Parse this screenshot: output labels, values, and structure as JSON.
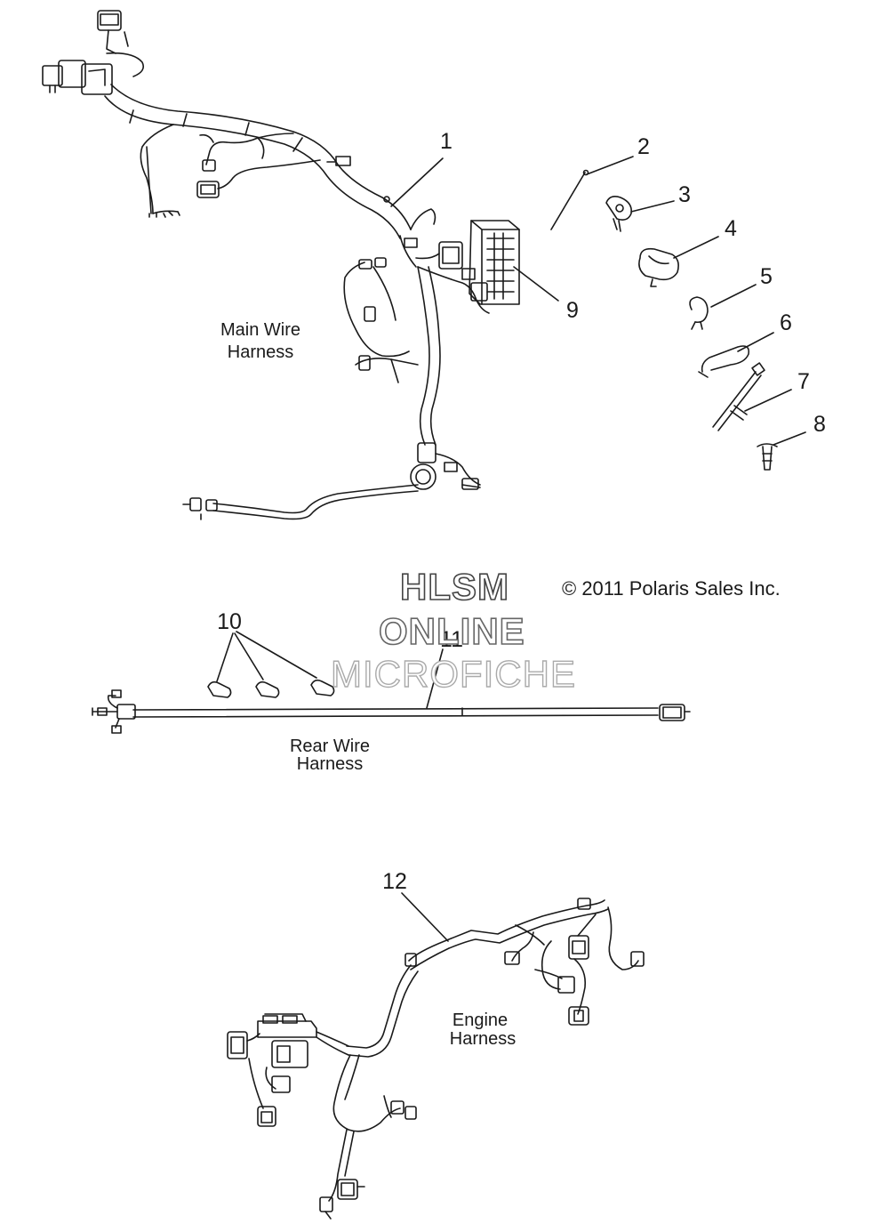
{
  "callouts": {
    "c1": "1",
    "c2": "2",
    "c3": "3",
    "c4": "4",
    "c5": "5",
    "c6": "6",
    "c7": "7",
    "c8": "8",
    "c9": "9",
    "c10": "10",
    "c11": "11",
    "c12": "12"
  },
  "labels": {
    "main_harness_line1": "Main Wire",
    "main_harness_line2": "Harness",
    "rear_harness_line1": "Rear Wire",
    "rear_harness_line2": "Harness",
    "engine_harness_line1": "Engine",
    "engine_harness_line2": "Harness"
  },
  "copyright": "© 2011 Polaris Sales Inc.",
  "watermark": {
    "line1": "HLSM",
    "line2": "ONLINE",
    "line3": "MICROFICHE"
  },
  "colors": {
    "line": "#1a1a1a",
    "background": "#ffffff"
  }
}
